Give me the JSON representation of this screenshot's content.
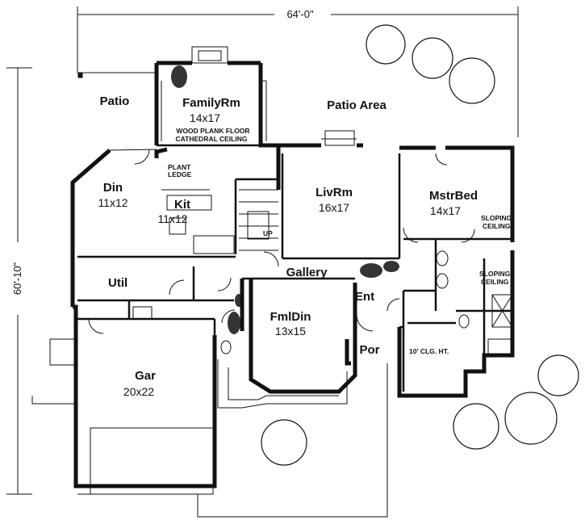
{
  "overall_width": "64'-0\"",
  "overall_depth": "60'-10\"",
  "rooms": {
    "patio": {
      "name": "Patio"
    },
    "family": {
      "name": "FamilyRm",
      "size": "14x17",
      "note1": "WOOD PLANK FLOOR",
      "note2": "CATHEDRAL CEILING"
    },
    "patio_area": {
      "name": "Patio Area"
    },
    "dining": {
      "name": "Din",
      "size": "11x12"
    },
    "plant_ledge": {
      "line1": "PLANT",
      "line2": "LEDGE"
    },
    "kitchen": {
      "name": "Kit",
      "size": "11x12"
    },
    "living": {
      "name": "LivRm",
      "size": "16x17"
    },
    "master": {
      "name": "MstrBed",
      "size": "14x17"
    },
    "sloping1": {
      "line1": "SLOPING",
      "line2": "CEILING"
    },
    "sloping2": {
      "line1": "SLOPING",
      "line2": "CEILING"
    },
    "stair": {
      "label": "UP"
    },
    "utility": {
      "name": "Util"
    },
    "gallery": {
      "name": "Gallery"
    },
    "entry": {
      "name": "Ent"
    },
    "formal_dining": {
      "name": "FmlDin",
      "size": "13x15"
    },
    "porch": {
      "name": "Por"
    },
    "ceiling_note": {
      "text": "10' CLG. HT."
    },
    "garage": {
      "name": "Gar",
      "size": "20x22"
    }
  }
}
